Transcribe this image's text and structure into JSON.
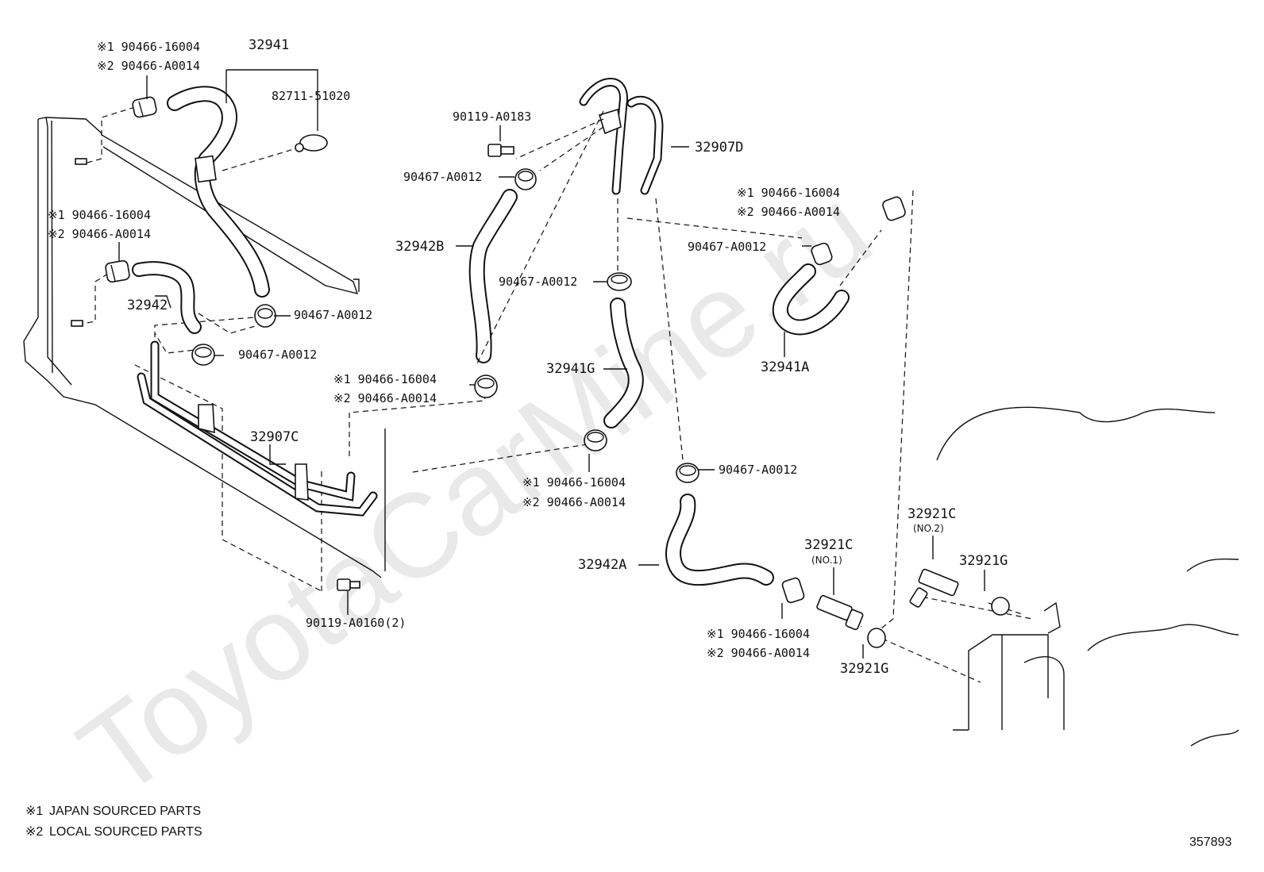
{
  "watermark": "ToyotaCarMine.ru",
  "figure_id": "357893",
  "legend": [
    {
      "mark": "※1",
      "text": "JAPAN SOURCED PARTS"
    },
    {
      "mark": "※2",
      "text": "LOCAL SOURCED PARTS"
    }
  ],
  "labels": {
    "p32941": "32941",
    "clamp_tl_1": "※1 90466-16004",
    "clamp_tl_2": "※2 90466-A0014",
    "p82711": "82711-51020",
    "clamp_ml_1": "※1 90466-16004",
    "clamp_ml_2": "※2 90466-A0014",
    "p32942": "32942",
    "c_a": "90467-A0012",
    "c_b": "90467-A0012",
    "p32907C": "32907C",
    "bolt_bottom": "90119-A0160(2)",
    "bolt_top": "90119-A0183",
    "c_c": "90467-A0012",
    "p32942B": "32942B",
    "clamp_mc_1": "※1 90466-16004",
    "clamp_mc_2": "※2 90466-A0014",
    "p32907D": "32907D",
    "c_d": "90467-A0012",
    "p32941G": "32941G",
    "clamp_bc_1": "※1 90466-16004",
    "clamp_bc_2": "※2 90466-A0014",
    "c_e": "90467-A0012",
    "p32942A": "32942A",
    "clamp_br_1": "※1 90466-16004",
    "clamp_br_2": "※2 90466-A0014",
    "clamp_tr_1": "※1 90466-16004",
    "clamp_tr_2": "※2 90466-A0014",
    "c_f": "90467-A0012",
    "p32941A": "32941A",
    "p32921C_1": "32921C",
    "no1": "(NO.1)",
    "p32921C_2": "32921C",
    "no2": "(NO.2)",
    "p32921G_1": "32921G",
    "p32921G_2": "32921G"
  }
}
